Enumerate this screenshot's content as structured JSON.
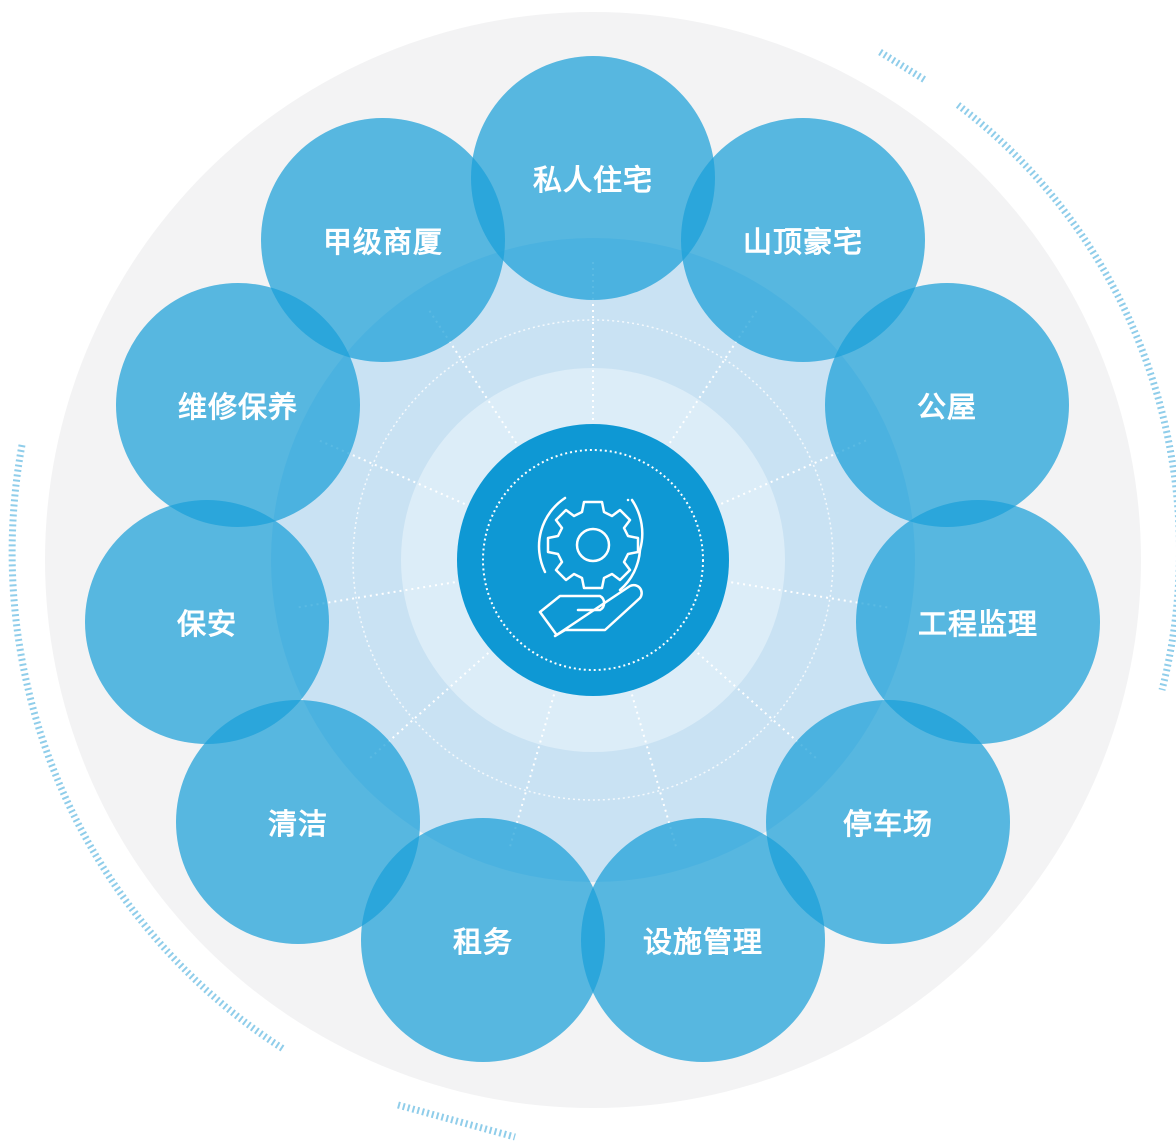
{
  "diagram": {
    "center": {
      "icon": "gear-in-hand-icon"
    },
    "nodes": [
      {
        "id": "private-residence",
        "label": "私人住宅"
      },
      {
        "id": "hilltop-mansion",
        "label": "山顶豪宅"
      },
      {
        "id": "public-housing",
        "label": "公屋"
      },
      {
        "id": "engineering-supervision",
        "label": "工程监理"
      },
      {
        "id": "parking",
        "label": "停车场"
      },
      {
        "id": "facility-management",
        "label": "设施管理"
      },
      {
        "id": "leasing",
        "label": "租务"
      },
      {
        "id": "cleaning",
        "label": "清洁"
      },
      {
        "id": "security",
        "label": "保安"
      },
      {
        "id": "maintenance",
        "label": "维修保养"
      },
      {
        "id": "grade-a-office",
        "label": "甲级商厦"
      }
    ]
  },
  "colors": {
    "outer_disc": "#f3f3f4",
    "ring_mid": "#c9e2f3",
    "ring_inner": "#dcedf8",
    "center_fill": "#0e98d4",
    "node_fill": "#1ba0d8",
    "node_opacity": 0.72,
    "deco_lines": "#8fcdea"
  }
}
